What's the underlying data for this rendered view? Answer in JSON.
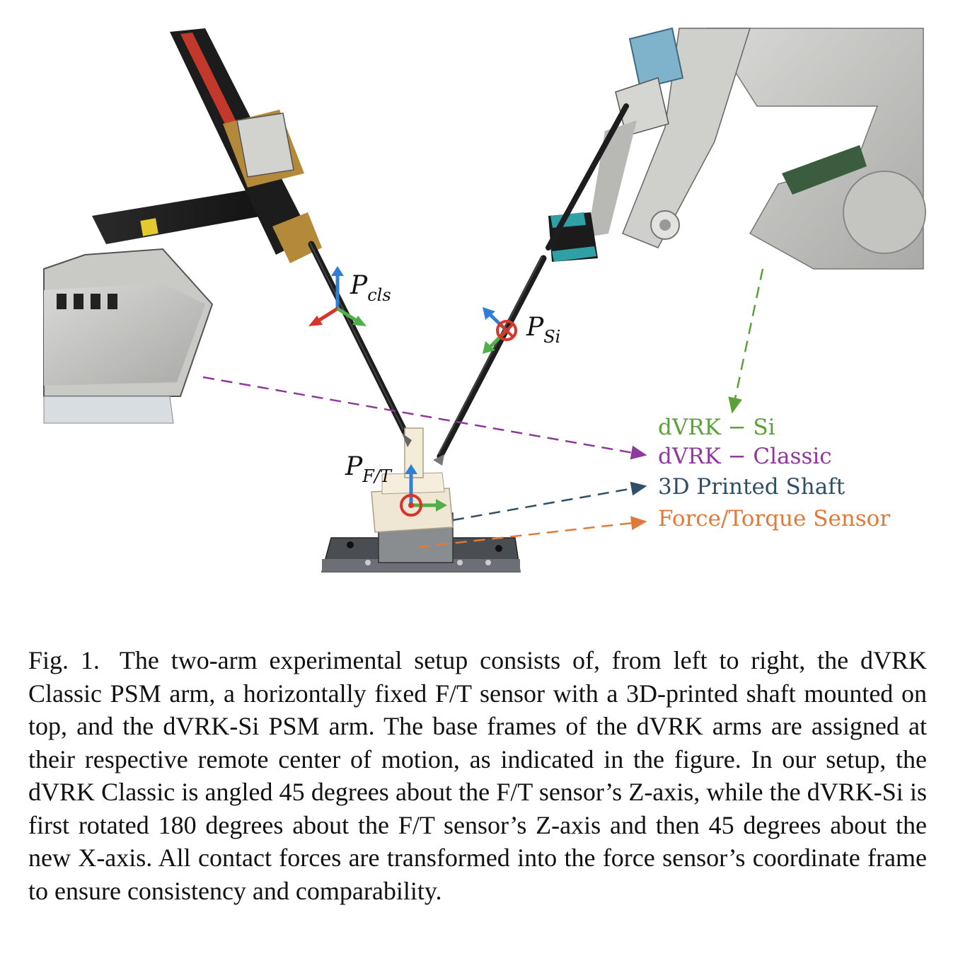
{
  "figure": {
    "frame_labels": {
      "classic": {
        "main": "P",
        "sub": "cls"
      },
      "si": {
        "main": "P",
        "sub": "Si"
      },
      "ft": {
        "main": "P",
        "sub": "F/T"
      }
    },
    "legend": [
      {
        "text": "dVRK − Si",
        "color": "#5aa13a"
      },
      {
        "text": "dVRK − Classic",
        "color": "#8e3a9c"
      },
      {
        "text": "3D Printed Shaft",
        "color": "#2f4f66"
      },
      {
        "text": "Force/Torque Sensor",
        "color": "#e07a3a"
      }
    ],
    "axis_colors": {
      "z": "#2f7fd6",
      "x": "#d8342a",
      "y": "#4fb04a"
    }
  },
  "caption": {
    "label": "Fig. 1.",
    "text": "The two-arm experimental setup consists of, from left to right, the dVRK Classic PSM arm, a horizontally fixed F/T sensor with a 3D-printed shaft mounted on top, and the dVRK-Si PSM arm. The base frames of the dVRK arms are assigned at their respective remote center of motion, as indicated in the figure. In our setup, the dVRK Classic is angled 45 degrees about the F/T sensor’s Z-axis, while the dVRK-Si is first rotated 180 degrees about the F/T sensor’s Z-axis and then 45 degrees about the new X-axis. All contact forces are transformed into the force sensor’s coordinate frame to ensure consistency and comparability."
  }
}
